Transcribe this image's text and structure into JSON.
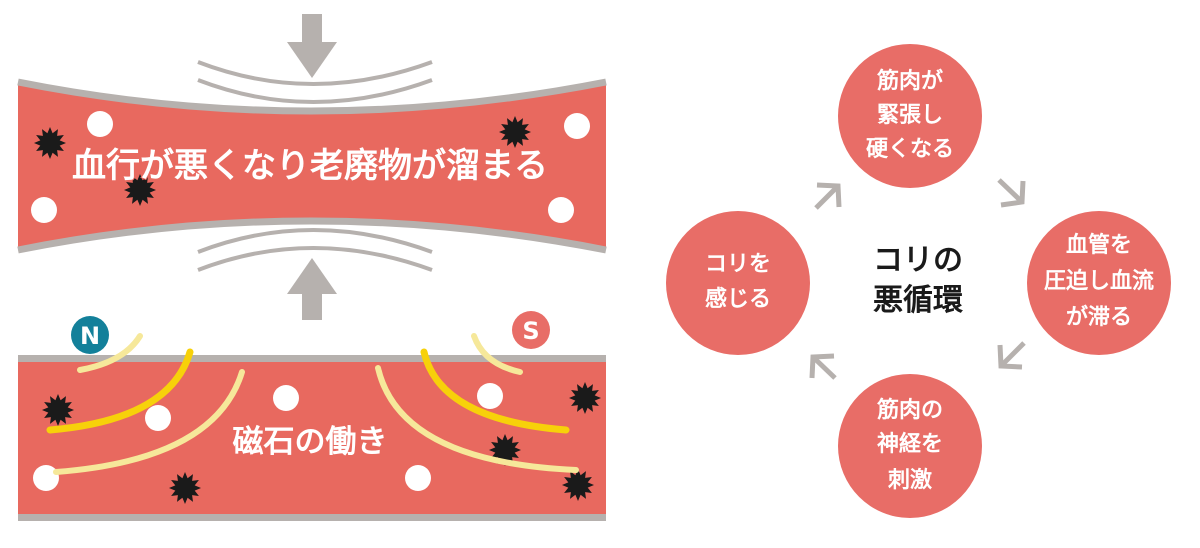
{
  "colors": {
    "vessel": "#e8695f",
    "wall": "#b6b1ae",
    "arrow": "#b6b1ae",
    "circle": "#e86d67",
    "north_pole": "#13809a",
    "south_pole": "#e86d67",
    "field_line_strong": "#f7d10a",
    "field_line_soft": "#f6e89a",
    "waste": "#1a1a1a",
    "cell": "#ffffff"
  },
  "top_vessel": {
    "label": "血行が悪くなり老廃物が溜まる"
  },
  "bottom_vessel": {
    "label": "磁石の働き"
  },
  "poles": {
    "north": "N",
    "south": "S"
  },
  "cycle": {
    "center_lines": [
      "コリの",
      "悪循環"
    ],
    "steps": [
      {
        "lines": [
          "筋肉が",
          "緊張し",
          "硬くなる"
        ]
      },
      {
        "lines": [
          "血管を",
          "圧迫し血流",
          "が滞る"
        ]
      },
      {
        "lines": [
          "筋肉の",
          "神経を",
          "刺激"
        ]
      },
      {
        "lines": [
          "コリを",
          "感じる"
        ]
      }
    ]
  }
}
